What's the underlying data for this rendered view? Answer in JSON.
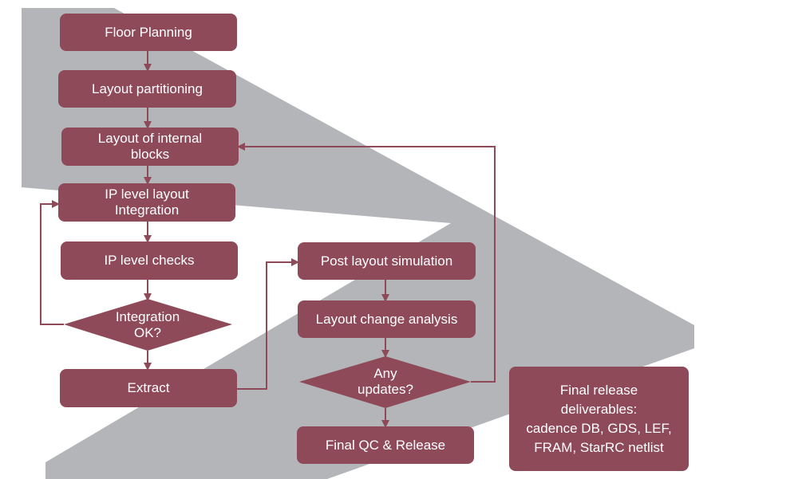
{
  "colors": {
    "box_fill": "#8e4a59",
    "connector": "#8e4a59",
    "background_band": "#b3b5b8",
    "text": "#ffffff"
  },
  "steps": {
    "floor_planning": "Floor Planning",
    "layout_partitioning": "Layout partitioning",
    "layout_internal_blocks": "Layout of internal\nblocks",
    "ip_level_layout_integration": "IP level layout\nIntegration",
    "ip_level_checks": "IP level checks",
    "extract": "Extract",
    "post_layout_simulation": "Post layout simulation",
    "layout_change_analysis": "Layout change analysis",
    "final_qc_release": "Final QC & Release"
  },
  "decisions": {
    "integration_ok": "Integration\nOK?",
    "any_updates": "Any\nupdates?"
  },
  "final_release": {
    "lines": [
      "Final release",
      "deliverables:",
      "cadence DB, GDS, LEF,",
      "FRAM, StarRC netlist"
    ]
  }
}
